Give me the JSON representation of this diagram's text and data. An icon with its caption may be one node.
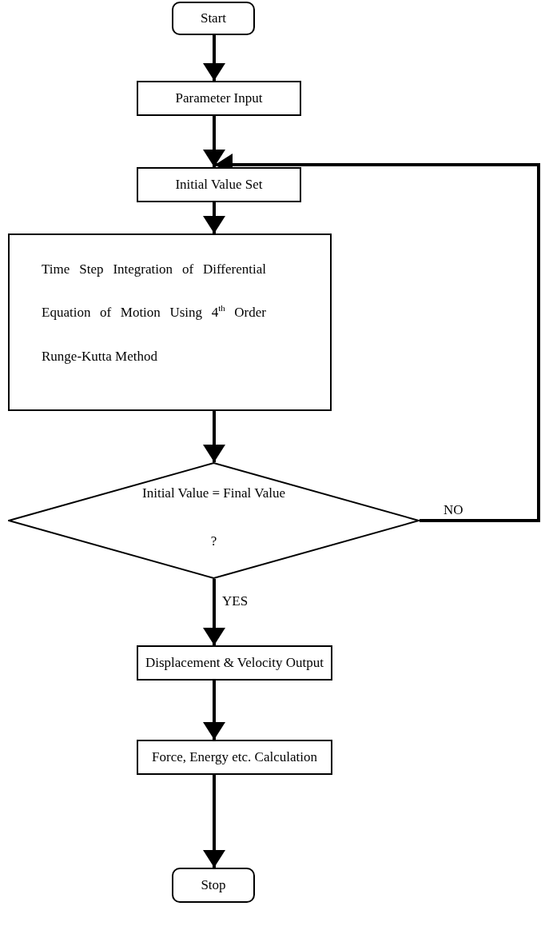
{
  "diagram": {
    "nodes": [
      {
        "text": [
          "Start"
        ]
      },
      {
        "text": [
          "Parameter Input"
        ]
      },
      {
        "text": [
          "Initial Value Set"
        ]
      },
      {
        "text": [
          "Time Step Integration of Differential Equation of Motion Using 4$^{th}$ Order Runge-Kutta Method"
        ]
      },
      {
        "text": [
          "Initial Value = Final Value",
          "?"
        ]
      },
      {
        "text": [
          "Displacement & Velocity Output"
        ]
      },
      {
        "text": [
          "Force, Energy etc. Calculation"
        ]
      },
      {
        "text": [
          "Stop"
        ]
      }
    ],
    "edges": [
      {
        "from": 0,
        "to": 1,
        "arrow": "to"
      },
      {
        "from": 1,
        "to": 2,
        "arrow": "to"
      },
      {
        "from": 2,
        "to": 3,
        "arrow": "to"
      },
      {
        "from": 3,
        "to": 4,
        "arrow": "to"
      },
      {
        "from": 4,
        "to": 2,
        "arrow": "to",
        "label": "NO"
      },
      {
        "from": 4,
        "to": 5,
        "arrow": "to",
        "label": "YES"
      },
      {
        "from": 5,
        "to": 6,
        "arrow": "to"
      },
      {
        "from": 6,
        "to": 7,
        "arrow": "to"
      }
    ]
  }
}
